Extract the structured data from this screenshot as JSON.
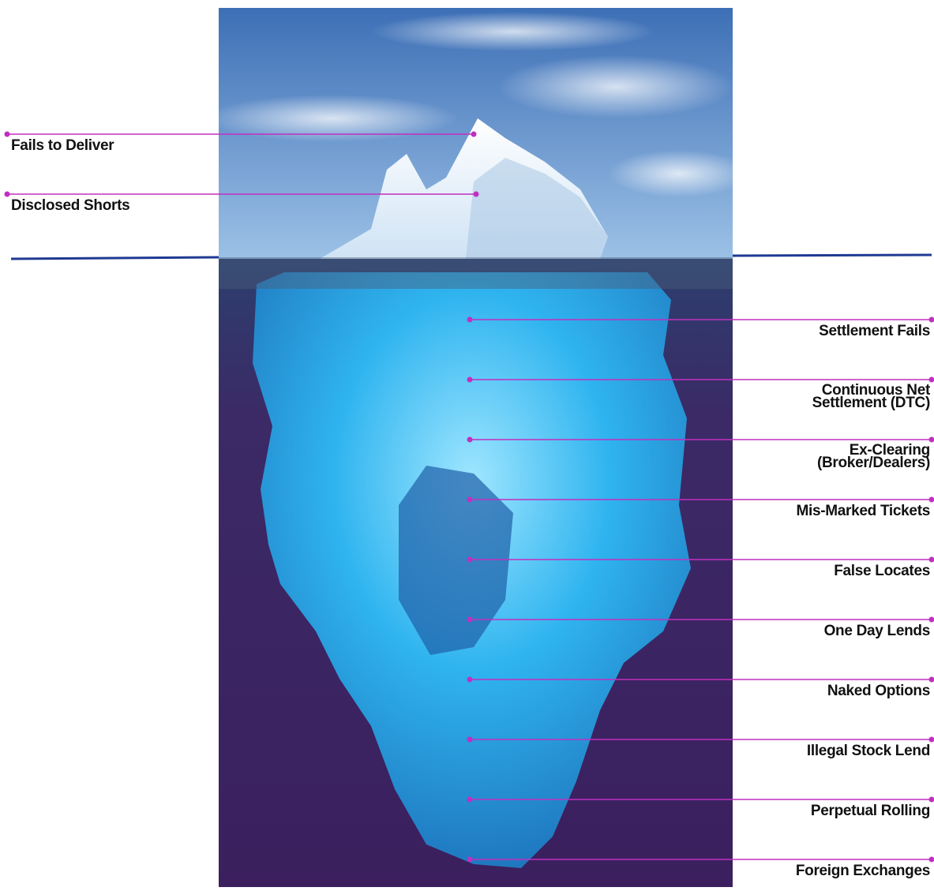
{
  "colors": {
    "leader_line": "#c030c0",
    "waterline": "#1f3a93",
    "sky_top": "#3d6fb6",
    "sky_bottom": "#9cc1e6",
    "deep_water": "#3b1f5e",
    "ice_top": "#f4f8ff",
    "ice_underwater": "#2fb4ef"
  },
  "labels_above": [
    {
      "text": "Fails to Deliver"
    },
    {
      "text": "Disclosed Shorts"
    }
  ],
  "labels_below": [
    {
      "lines": [
        "Settlement Fails"
      ]
    },
    {
      "lines": [
        "Continuous Net",
        "Settlement (DTC)"
      ]
    },
    {
      "lines": [
        "Ex-Clearing",
        "(Broker/Dealers)"
      ]
    },
    {
      "lines": [
        "Mis-Marked Tickets"
      ]
    },
    {
      "lines": [
        "False Locates"
      ]
    },
    {
      "lines": [
        "One Day Lends"
      ]
    },
    {
      "lines": [
        "Naked Options"
      ]
    },
    {
      "lines": [
        "Illegal Stock Lend"
      ]
    },
    {
      "lines": [
        "Perpetual Rolling"
      ]
    },
    {
      "lines": [
        "Foreign Exchanges"
      ]
    }
  ]
}
